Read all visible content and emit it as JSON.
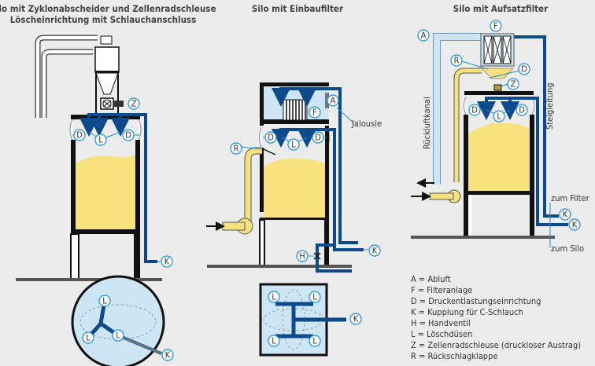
{
  "titles": {
    "left_line1": "Silo mit Zyklonabscheider und Zellenradschleuse",
    "left_line2": "Löscheinrichtung mit Schlauchanschluss",
    "middle": "Silo mit Einbaufilter",
    "right": "Silo mit Aufsatzfilter"
  },
  "labels": {
    "A": "A",
    "F": "F",
    "D": "D",
    "K": "K",
    "H": "H",
    "L": "L",
    "Z": "Z",
    "R": "R"
  },
  "annotations": {
    "jalousie": "Jalousie",
    "rueckluftkanal": "Rückluftkanal",
    "steigleitung": "Steigleitung",
    "zum_filter": "zum Filter",
    "zum_silo": "zum Silo"
  },
  "legend": [
    "A = Abluft",
    "F = Filteranlage",
    "D = Druckentlastungseinrichtung",
    "K = Kupplung für C-Schlauch",
    "H = Handventil",
    "L = Löschdüsen",
    "Z = Zellenradschleuse (druckloser Austrag)",
    "R = Rückschlagklappe"
  ],
  "colors": {
    "background": "#ececec",
    "water_pipe": "#0d4a8c",
    "product": "#f7e27e",
    "air": "#cde6f5",
    "callout": "#1a8fd8"
  }
}
